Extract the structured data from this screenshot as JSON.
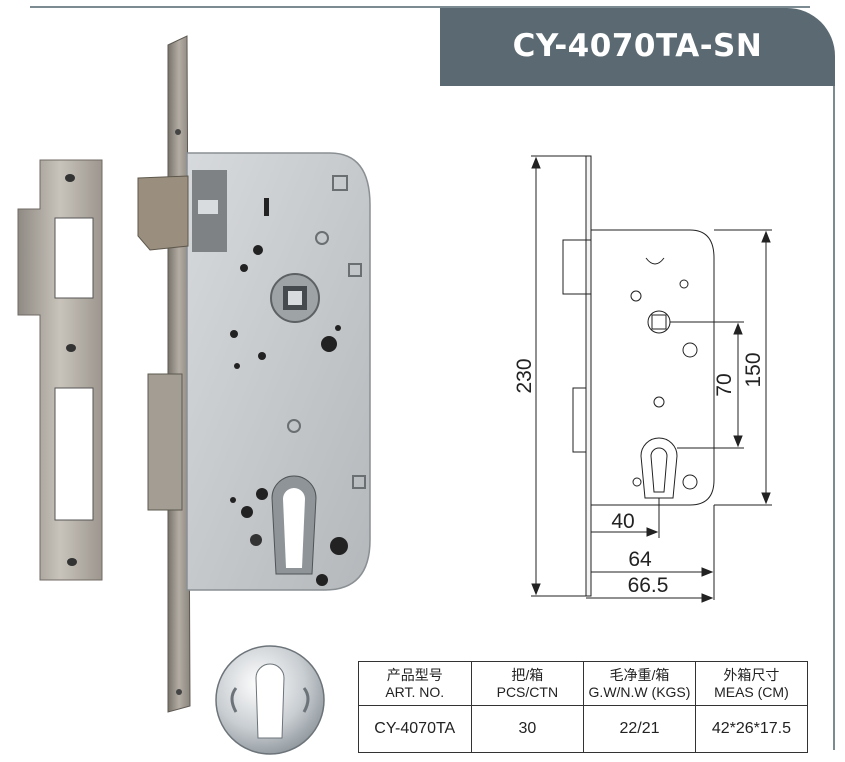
{
  "title": "CY-4070TA-SN",
  "dimensions": {
    "overall_height": "230",
    "keyhole_distance": "70",
    "body_height": "150",
    "backset": "40",
    "depth": "64",
    "total_depth": "66.5"
  },
  "table": {
    "headers": [
      {
        "cn": "产品型号",
        "en": "ART. NO."
      },
      {
        "cn": "把/箱",
        "en": "PCS/CTN"
      },
      {
        "cn": "毛净重/箱",
        "en": "G.W/N.W (KGS)"
      },
      {
        "cn": "外箱尺寸",
        "en": "MEAS (CM)"
      }
    ],
    "row": [
      "CY-4070TA",
      "30",
      "22/21",
      "42*26*17.5"
    ]
  },
  "colors": {
    "title_bar": "#5b6a72",
    "lock_body": "#c9ccce",
    "faceplate": "#a8a29a"
  }
}
